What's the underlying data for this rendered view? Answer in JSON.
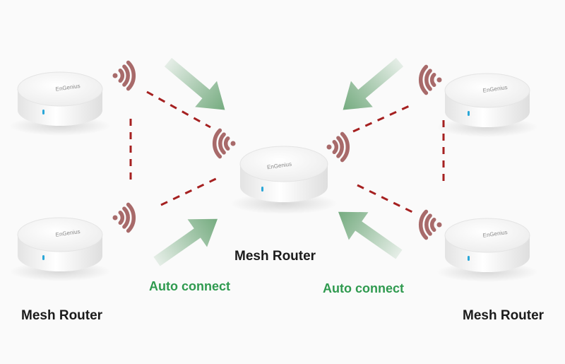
{
  "labels": {
    "center_router": "Mesh Router",
    "left_router": "Mesh Router",
    "right_router": "Mesh Router",
    "auto_connect_left": "Auto connect",
    "auto_connect_right": "Auto connect"
  },
  "device_brand": "EnGenius",
  "colors": {
    "background": "#fafafa",
    "wifi_signal": "#a86a6a",
    "dashed_link": "#a52020",
    "arrow": "#6ea779",
    "auto_connect_text": "#2f9a4f",
    "router_body": "#f4f4f4",
    "status_led": "#2aa7d8"
  },
  "icons": [
    "router-device",
    "wifi-signal-icon",
    "connect-arrow-icon"
  ]
}
